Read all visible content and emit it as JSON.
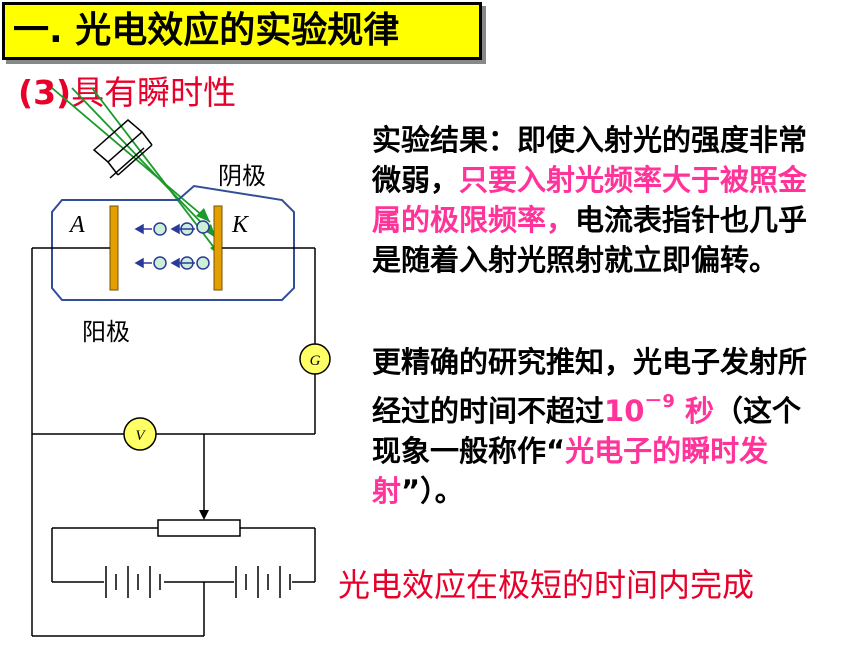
{
  "title": "一. 光电效应的实验规律",
  "subtitle": {
    "num": "(3)",
    "text": "具有瞬时性"
  },
  "para1": {
    "a": "实验结果：即使入射光的强度非常微弱，",
    "b": "只要入射光频率大于被照金属的极限频率，",
    "c": "电流表指针也几乎是随着入射光照射就立即偏转。"
  },
  "para2": {
    "a": "更精确的研究推知，光电子发射所经过的时间不超过",
    "base": "10",
    "exp": "－9",
    "unit": "秒",
    "c": "（这个现象一般称作“",
    "d": "光电子的瞬时发射",
    "e": "”）。"
  },
  "conclusion": "光电效应在极短的时间内完成",
  "diagram": {
    "cathode_label": "阴极",
    "anode_label": "阳极",
    "electrode_a": "A",
    "electrode_k": "K",
    "galvanometer": "G",
    "voltmeter": "V"
  },
  "colors": {
    "title_bg": "#ffff00",
    "accent_red": "#e8002a",
    "highlight_pink": "#ff3399"
  }
}
